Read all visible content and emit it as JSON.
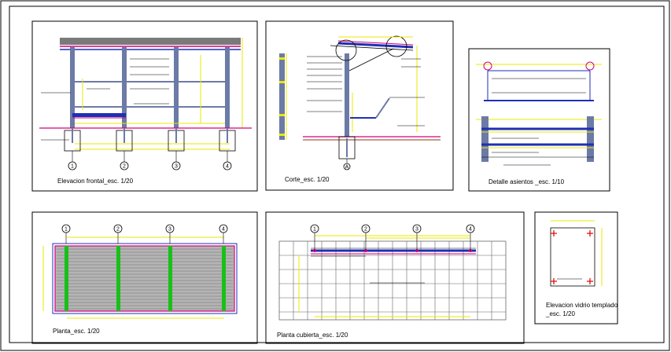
{
  "sheet": {
    "colors": {
      "line": "#000000",
      "steel": "#1f2fb5",
      "accent": "#d4007a",
      "dim": "#e8e800",
      "glass": "#18c018",
      "roof_sheet": "#808080",
      "mark": "#e00000",
      "grid": "#666666"
    }
  },
  "panels": {
    "elevation": {
      "caption": "Elevacion frontal_esc. 1/20",
      "axes": [
        "1",
        "2",
        "3",
        "4"
      ]
    },
    "section": {
      "caption": "Corte_esc. 1/20",
      "axis": "A"
    },
    "seat_detail": {
      "caption": "Detalle asientos _esc. 1/10"
    },
    "plan": {
      "caption": "Planta_esc. 1/20",
      "axes": [
        "1",
        "2",
        "3",
        "4"
      ]
    },
    "roof_plan": {
      "caption": "Planta cubierta_esc. 1/20",
      "axes": [
        "1",
        "2",
        "3",
        "4"
      ]
    },
    "glass_elevation": {
      "caption_line1": "Elevacion vidrio templado",
      "caption_line2": "_esc. 1/20"
    }
  }
}
